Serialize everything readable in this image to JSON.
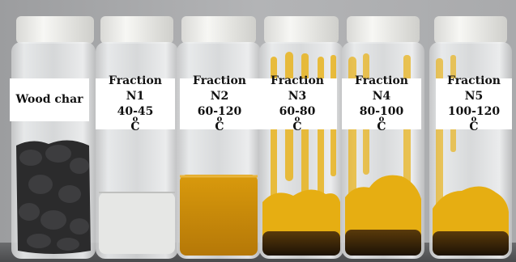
{
  "vials": [
    {
      "id": "wood-char",
      "lines": [
        "Wood char"
      ],
      "contents": "solid",
      "color": "#2b2b2b"
    },
    {
      "id": "n1",
      "lines": [
        "Fraction",
        "N1",
        "40-45"
      ],
      "unit": "C",
      "contents": "clear liquid",
      "color": "#e8e8e6"
    },
    {
      "id": "n2",
      "lines": [
        "Fraction",
        "N2",
        "60-120"
      ],
      "unit": "C",
      "contents": "amber liquid",
      "color": "#c88e08"
    },
    {
      "id": "n3",
      "lines": [
        "Fraction",
        "N3",
        "60-80"
      ],
      "unit": "C",
      "contents": "yellow film with dark bottom",
      "color": "#e8b71c"
    },
    {
      "id": "n4",
      "lines": [
        "Fraction",
        "N4",
        "80-100"
      ],
      "unit": "C",
      "contents": "yellow film with dark bottom",
      "color": "#e8b71c"
    },
    {
      "id": "n5",
      "lines": [
        "Fraction",
        "N5",
        "100-120"
      ],
      "unit": "C",
      "contents": "yellow film with dark bottom",
      "color": "#e8b71c"
    }
  ],
  "degree_symbol": "o"
}
